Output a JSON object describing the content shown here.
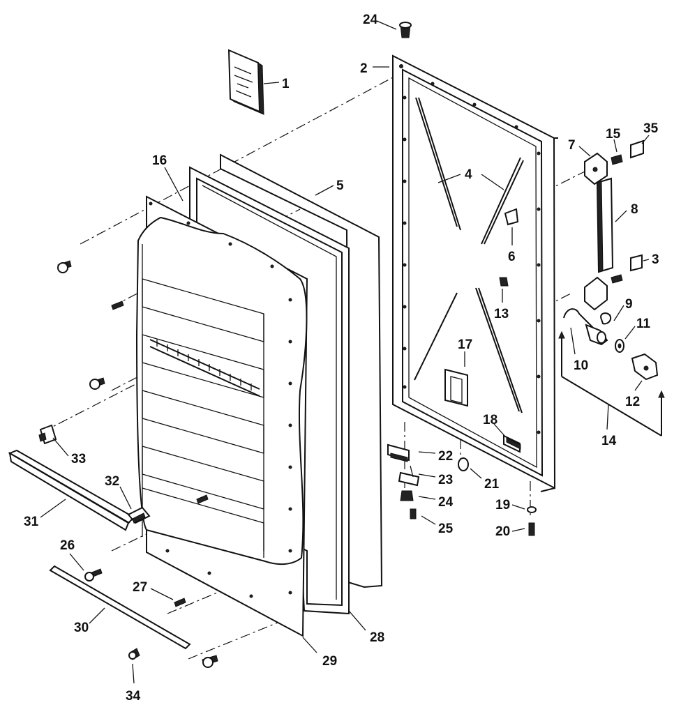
{
  "callouts": {
    "c1": "1",
    "c2": "2",
    "c3": "3",
    "c4": "4",
    "c5": "5",
    "c6": "6",
    "c7": "7",
    "c8": "8",
    "c9": "9",
    "c10": "10",
    "c11": "11",
    "c12": "12",
    "c13": "13",
    "c14": "14",
    "c15": "15",
    "c16": "16",
    "c17": "17",
    "c18": "18",
    "c19": "19",
    "c20": "20",
    "c21": "21",
    "c22": "22",
    "c23": "23",
    "c24a": "24",
    "c24b": "24",
    "c25": "25",
    "c26": "26",
    "c27": "27",
    "c28": "28",
    "c29": "29",
    "c30": "30",
    "c31": "31",
    "c32": "32",
    "c33": "33",
    "c34": "34",
    "c35": "35"
  }
}
